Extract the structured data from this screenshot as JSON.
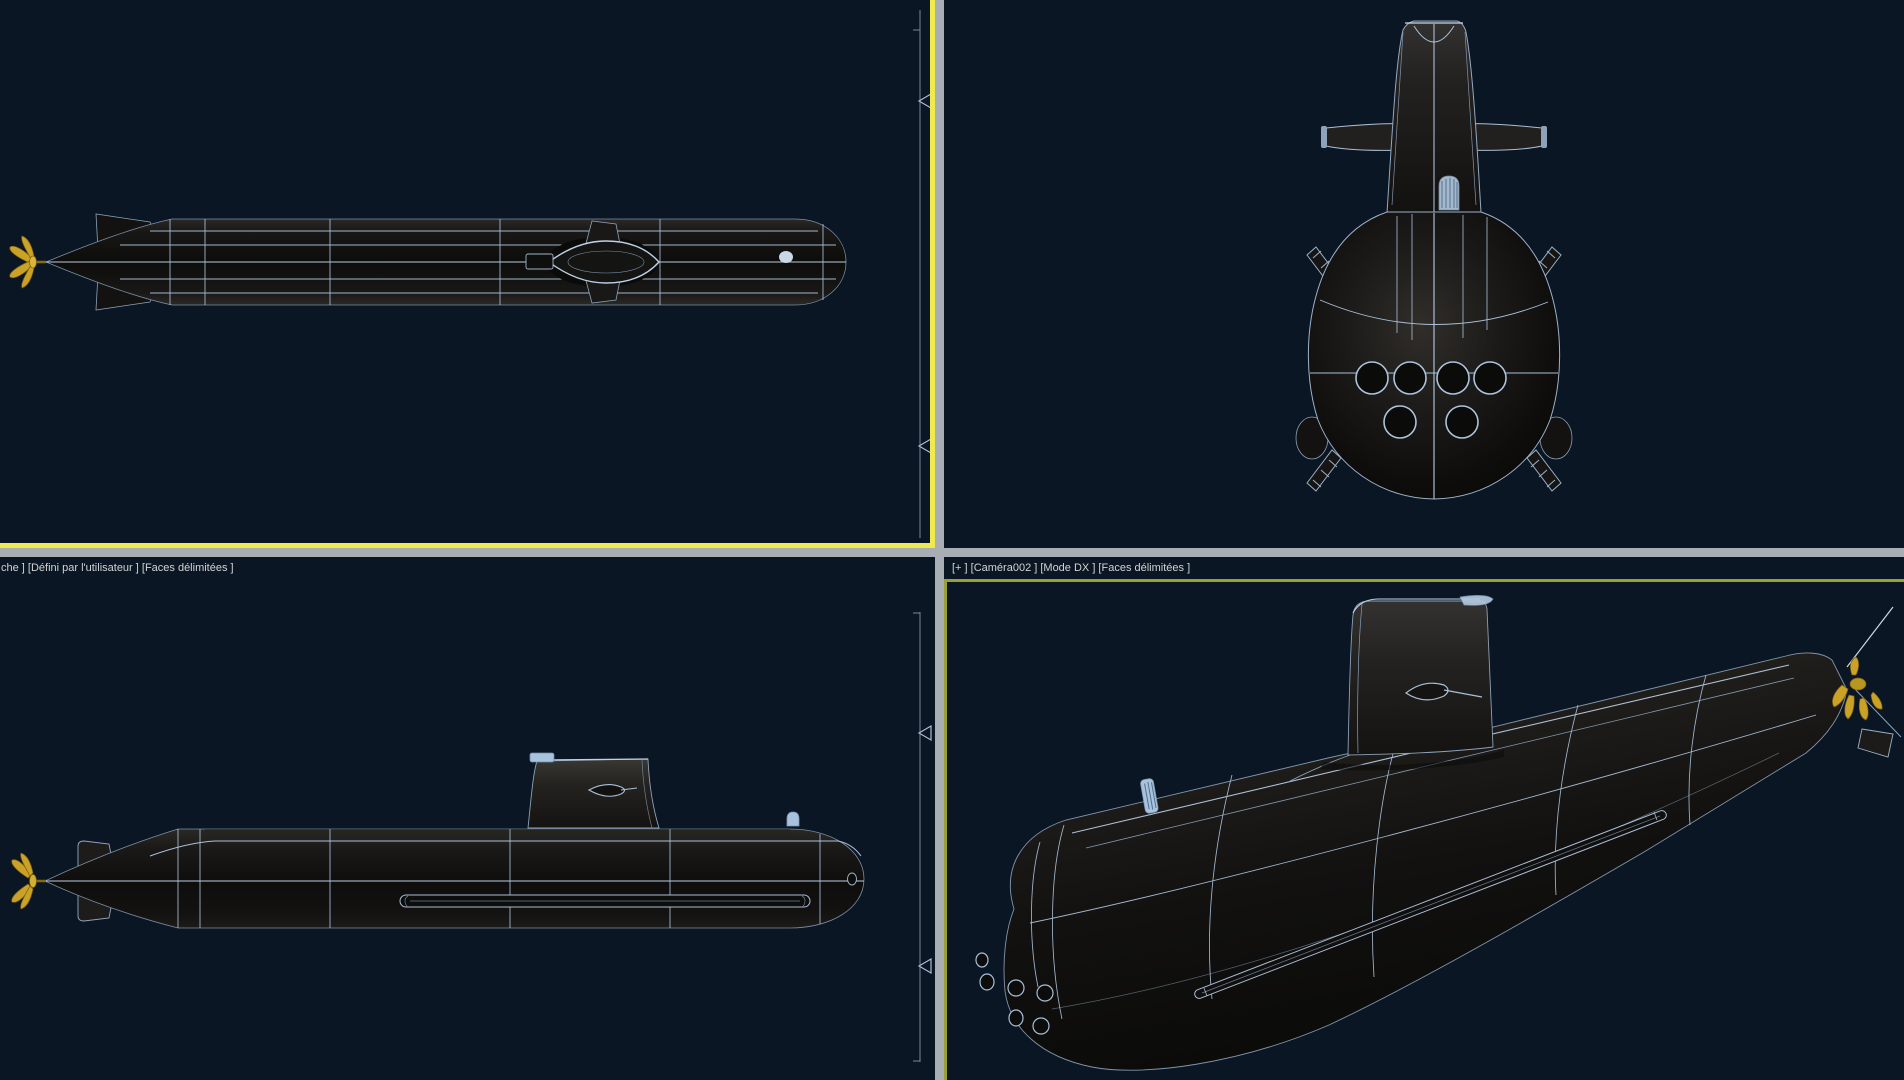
{
  "window": {
    "app_context": "3D modeling quad-viewport workspace",
    "scene_subject": "submarine model"
  },
  "labels": {
    "bottom_left": "che ] [Défini par l'utilisateur ] [Faces délimitées ]",
    "bottom_right": "[+ ] [Caméra002 ] [Mode DX ] [Faces délimitées ]"
  },
  "viewports": {
    "top_left": {
      "content": "submarine top view (orthographic)"
    },
    "top_right": {
      "content": "submarine front view (orthographic)"
    },
    "bottom_left": {
      "content": "submarine left side view (orthographic)"
    },
    "bottom_right": {
      "content": "submarine perspective camera view"
    }
  },
  "icons": {
    "edge_marker": "triangle-left-icon"
  },
  "colors": {
    "background": "#0a1623",
    "splitter": "#a9aeb4",
    "active_border": "#efeb4e",
    "camera_border": "#99a03a",
    "wireframe": "#aac0da",
    "label_text": "#d3d3d3",
    "hull_dark": "#141312",
    "propeller_gold": "#c9a227",
    "mast_blue": "#a7c3de"
  }
}
